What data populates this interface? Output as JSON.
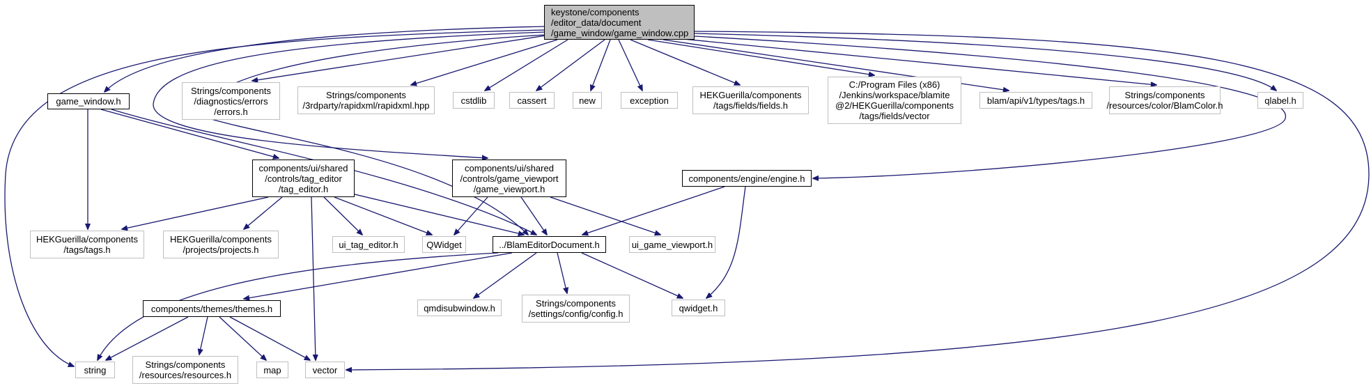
{
  "diagram": {
    "type": "include-dependency-graph",
    "edge_color": "#191970",
    "root_fill": "#bfbfbf",
    "internal_border": "#000000",
    "external_border": "#bfbfbf",
    "nodes": {
      "root": "keystone/components\n/editor_data/document\n/game_window/game_window.cpp",
      "game_window_h": "game_window.h",
      "errors_h": "Strings/components\n/diagnostics/errors\n/errors.h",
      "rapidxml_hpp": "Strings/components\n/3rdparty/rapidxml/rapidxml.hpp",
      "cstdlib": "cstdlib",
      "cassert": "cassert",
      "new": "new",
      "exception": "exception",
      "fields_h": "HEKGuerilla/components\n/tags/fields/fields.h",
      "vector_path": "C:/Program Files (x86)\n/Jenkins/workspace/blamite\n@2/HEKGuerilla/components\n/tags/fields/vector",
      "blam_tags_h": "blam/api/v1/types/tags.h",
      "blamcolor_h": "Strings/components\n/resources/color/BlamColor.h",
      "qlabel_h": "qlabel.h",
      "tag_editor_h": "components/ui/shared\n/controls/tag_editor\n/tag_editor.h",
      "game_viewport_h": "components/ui/shared\n/controls/game_viewport\n/game_viewport.h",
      "engine_h": "components/engine/engine.h",
      "hek_tags_h": "HEKGuerilla/components\n/tags/tags.h",
      "projects_h": "HEKGuerilla/components\n/projects/projects.h",
      "ui_tag_editor_h": "ui_tag_editor.h",
      "qwidget_cap": "QWidget",
      "blam_editor_document_h": "../BlamEditorDocument.h",
      "ui_game_viewport_h": "ui_game_viewport.h",
      "themes_h": "components/themes/themes.h",
      "qmdisubwindow_h": "qmdisubwindow.h",
      "config_h": "Strings/components\n/settings/config/config.h",
      "qwidget_h": "qwidget.h",
      "string": "string",
      "resources_h": "Strings/components\n/resources/resources.h",
      "map": "map",
      "vector": "vector"
    }
  }
}
